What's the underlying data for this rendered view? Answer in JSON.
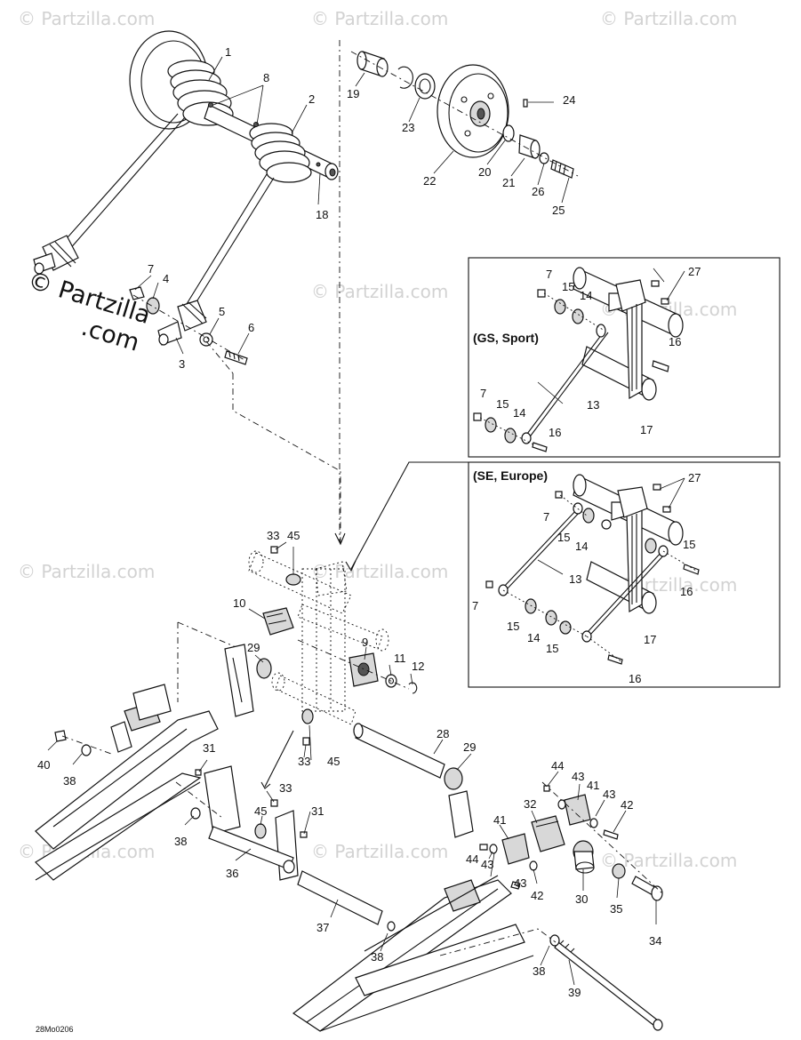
{
  "watermark": {
    "main_line1": "© Partzilla",
    "main_line2": ".com",
    "faint": "© Partzilla.com"
  },
  "drawing_code": "28Mo0206",
  "variant_boxes": {
    "gs_sport": "(GS, Sport)",
    "se_europe": "(SE, Europe)"
  },
  "callouts": {
    "p1": "1",
    "p2": "2",
    "p3": "3",
    "p4": "4",
    "p5": "5",
    "p6": "6",
    "p7": "7",
    "p8": "8",
    "p9": "9",
    "p10": "10",
    "p11": "11",
    "p12": "12",
    "p13": "13",
    "p14": "14",
    "p15": "15",
    "p16": "16",
    "p17": "17",
    "p18": "18",
    "p19": "19",
    "p20": "20",
    "p21": "21",
    "p22": "22",
    "p23": "23",
    "p24": "24",
    "p25": "25",
    "p26": "26",
    "p27": "27",
    "p28": "28",
    "p29": "29",
    "p30": "30",
    "p31": "31",
    "p32": "32",
    "p33": "33",
    "p34": "34",
    "p35": "35",
    "p36": "36",
    "p37": "37",
    "p38": "38",
    "p39": "39",
    "p40": "40",
    "p41": "41",
    "p42": "42",
    "p43": "43",
    "p44": "44",
    "p45": "45"
  },
  "colors": {
    "line": "#111111",
    "watermark": "#d2d2d2",
    "background": "#ffffff"
  }
}
